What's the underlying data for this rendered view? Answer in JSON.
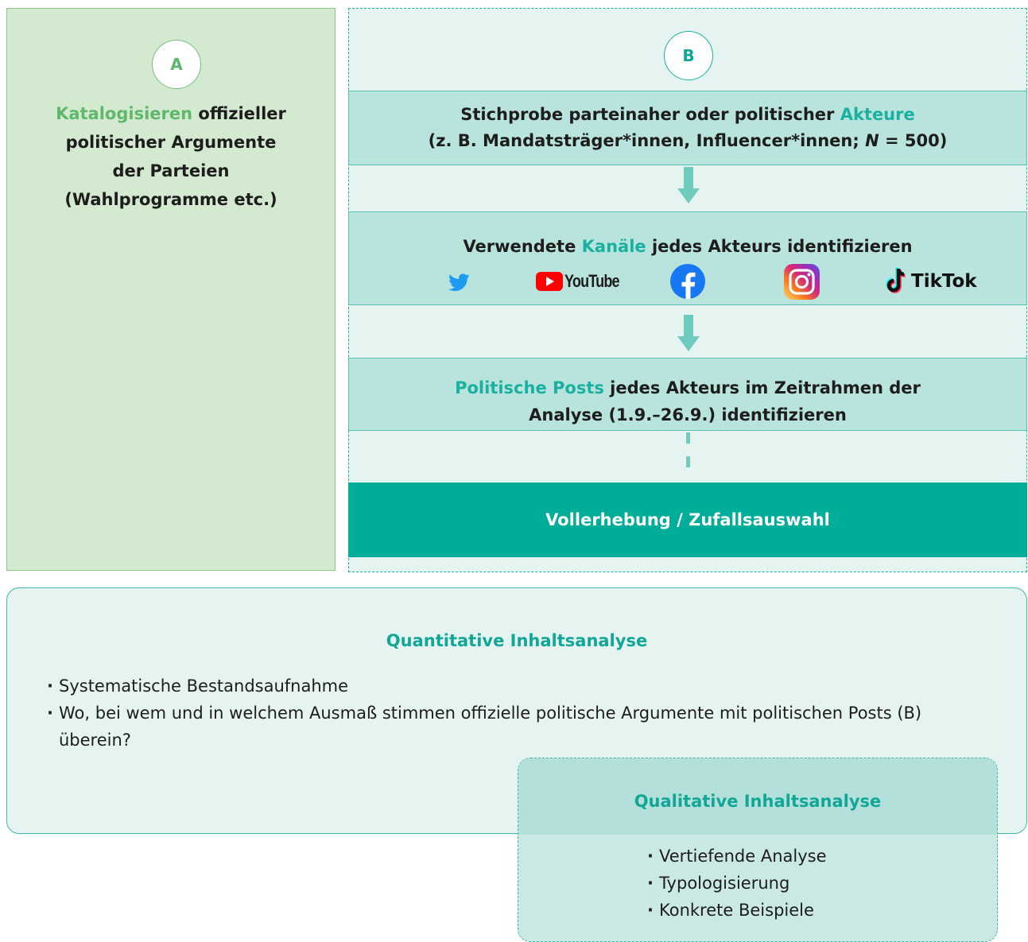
{
  "column_a": {
    "circle_label": "A",
    "title_highlight": "Katalogisieren",
    "title_rest": " offizieller",
    "lines": [
      "politischer Argumente",
      "der Parteien",
      "(Wahlprogramme etc.)"
    ]
  },
  "column_b": {
    "circle_label": "B",
    "step1": {
      "line1_prefix": "Stichprobe parteinaher oder politischer ",
      "line1_highlight": "Akteure",
      "line2_prefix": "(z. B. Mandatsträger*innen, Influencer*innen; ",
      "line2_italic": "N",
      "line2_suffix": " = 500)"
    },
    "step2": {
      "prefix": "Verwendete ",
      "highlight": "Kanäle",
      "suffix": " jedes Akteurs identifizieren",
      "channels": [
        {
          "icon": "twitter-icon",
          "label": ""
        },
        {
          "icon": "youtube-icon",
          "label": "YouTube"
        },
        {
          "icon": "facebook-icon",
          "label": ""
        },
        {
          "icon": "instagram-icon",
          "label": ""
        },
        {
          "icon": "tiktok-icon",
          "label": "TikTok"
        }
      ]
    },
    "step3": {
      "highlight": "Politische Posts",
      "line1_suffix": " jedes Akteurs im Zeitrahmen der",
      "line2": "Analyse (1.9.–26.9.) identifizieren"
    },
    "step4": "Vollerhebung / Zufallsauswahl"
  },
  "quantitative": {
    "title": "Quantitative Inhaltsanalyse",
    "bullets": [
      "Systematische Bestandsaufnahme",
      "Wo, bei wem und in welchem Ausmaß stimmen offizielle politische Argumente mit politischen Posts (B) überein?"
    ]
  },
  "qualitative": {
    "title": "Qualitative Inhaltsanalyse",
    "bullets": [
      "Vertiefende Analyse",
      "Typologisierung",
      "Konkrete Beispiele"
    ]
  },
  "colors": {
    "green_accent": "#5fb86b",
    "teal_accent": "#1ab1a0",
    "teal_strong": "#00ad99",
    "box_fill": "#b9e3dd",
    "panel_fill": "#e5f4f1",
    "green_panel": "#d3ead0"
  }
}
